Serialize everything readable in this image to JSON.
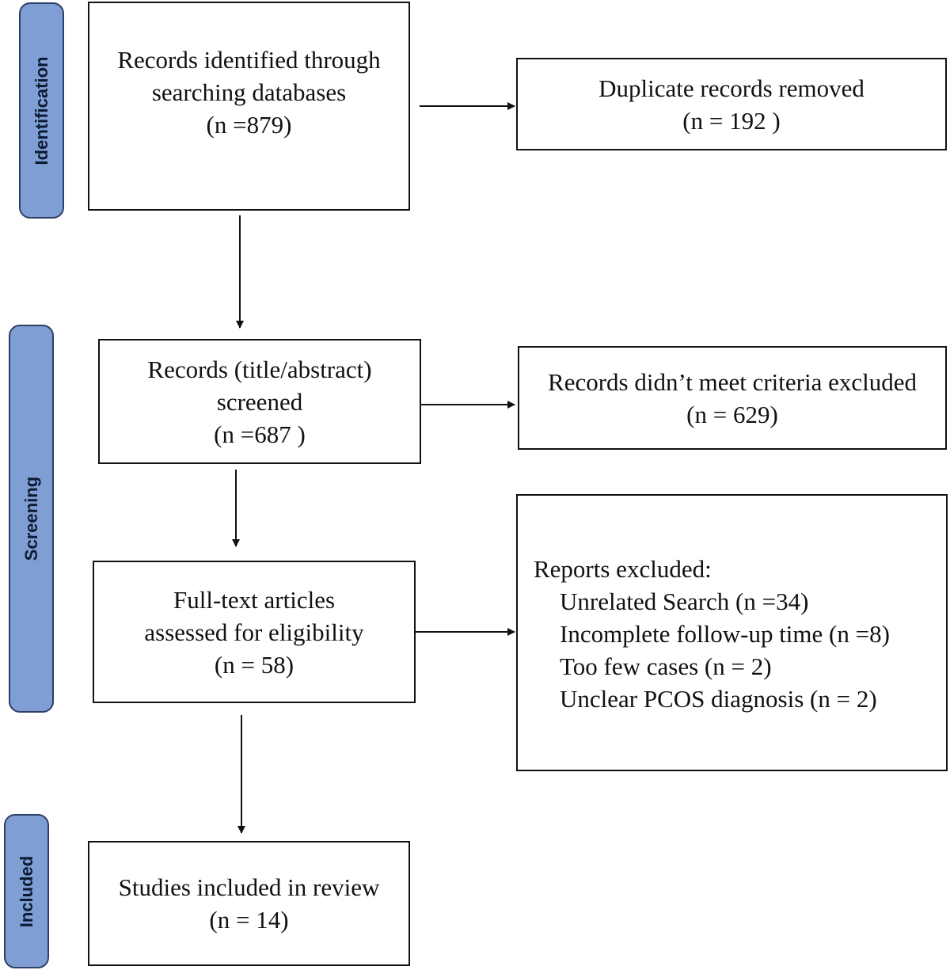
{
  "phases": {
    "identification": "Identification",
    "screening": "Screening",
    "included": "Included"
  },
  "boxes": {
    "records_identified": {
      "lines": [
        "Records identified through",
        "searching databases",
        "(n =879)"
      ]
    },
    "duplicates_removed": {
      "lines": [
        "Duplicate records removed",
        "(n = 192 )"
      ]
    },
    "records_screened": {
      "lines": [
        "Records (title/abstract)",
        "screened",
        "(n =687 )"
      ]
    },
    "records_excluded": {
      "lines": [
        "Records didn’t meet criteria excluded",
        "(n = 629)"
      ]
    },
    "full_text": {
      "lines": [
        "Full-text articles",
        "assessed for eligibility",
        "(n = 58)"
      ]
    },
    "reports_excluded": {
      "title": "Reports excluded:",
      "items": [
        "Unrelated Search (n =34)",
        "Incomplete follow-up time (n =8)",
        "Too few cases (n = 2)",
        "Unclear PCOS diagnosis (n = 2)"
      ]
    },
    "studies_included": {
      "lines": [
        "Studies included in review",
        "(n = 14)"
      ]
    }
  }
}
